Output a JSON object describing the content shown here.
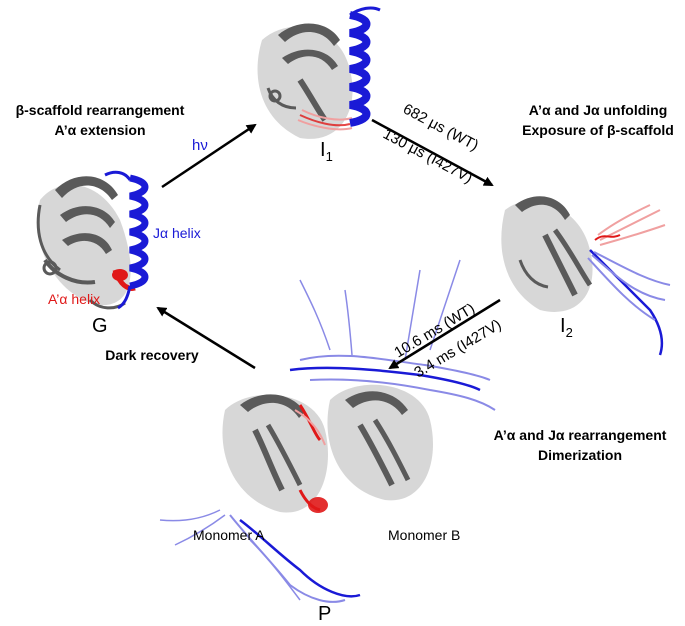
{
  "states": {
    "G": "G",
    "I1": "I",
    "I1_sub": "1",
    "I2": "I",
    "I2_sub": "2",
    "P": "P"
  },
  "labels": {
    "step_g_to_i1_line1": "β-scaffold rearrangement",
    "step_g_to_i1_line2": "A’α extension",
    "hv": "hν",
    "step_i1_to_i2_line1": "A’α and Jα unfolding",
    "step_i1_to_i2_line2": "Exposure of β-scaffold",
    "rate_i1_i2_wt": "682 μs (WT)",
    "rate_i1_i2_mut": "130 μs (I427V)",
    "rate_i2_p_wt": "10.6 ms (WT)",
    "rate_i2_p_mut": "3.4 ms (I427V)",
    "step_i2_to_p_line1": "A’α and Jα rearrangement",
    "step_i2_to_p_line2": "Dimerization",
    "dark_recovery": "Dark recovery",
    "j_helix": "Jα helix",
    "a_helix": "A’α helix",
    "monomer_a": "Monomer A",
    "monomer_b": "Monomer B"
  },
  "colors": {
    "scaffold": "#5a5a5a",
    "scaffold_light": "#bdbdbd",
    "j_helix": "#1a1ad6",
    "j_helix_light": "#8a8ae6",
    "a_helix": "#e01818",
    "a_helix_light": "#f0a0a0",
    "arrow": "#000000"
  }
}
